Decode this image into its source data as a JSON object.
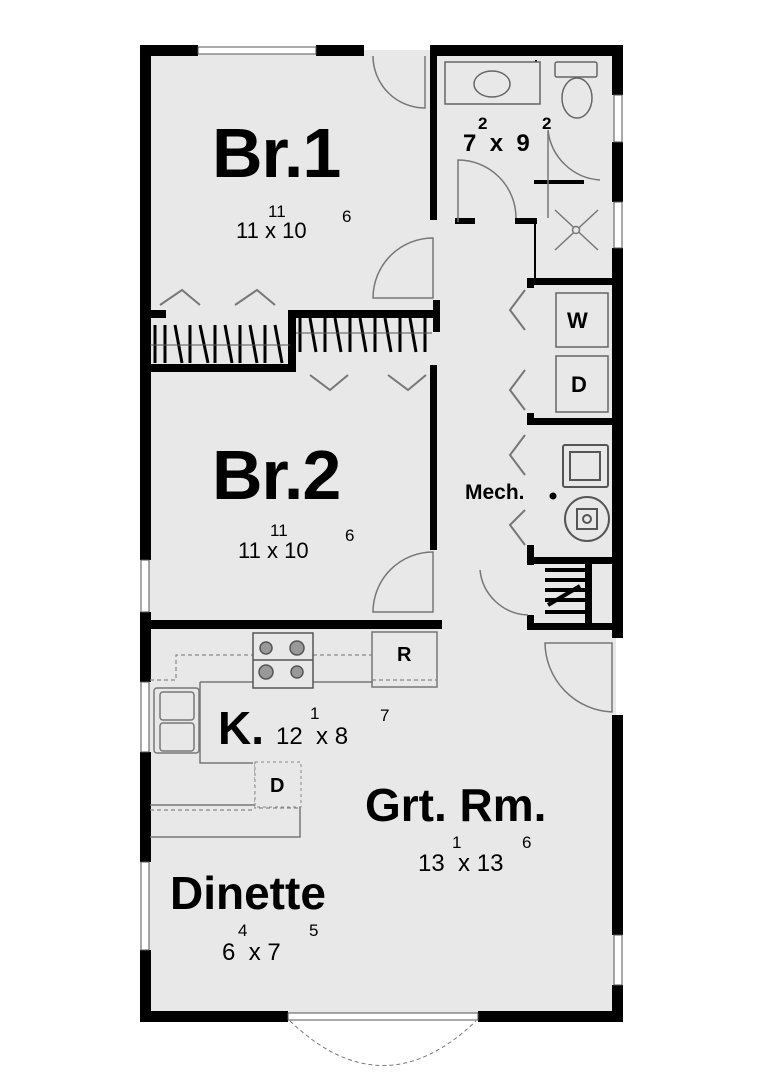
{
  "plan": {
    "colors": {
      "floor": "#e8e8e8",
      "wall": "#000000",
      "fixture": "#777777",
      "background": "#ffffff"
    },
    "rooms": [
      {
        "id": "br1",
        "name": "Br.1",
        "width": "11",
        "width_in": "11",
        "depth": "10",
        "depth_in": "6"
      },
      {
        "id": "bath",
        "name": "",
        "width": "7",
        "width_in": "2",
        "depth": "9",
        "depth_in": "2"
      },
      {
        "id": "br2",
        "name": "Br.2",
        "width": "11",
        "width_in": "11",
        "depth": "10",
        "depth_in": "6"
      },
      {
        "id": "mech",
        "name": "Mech."
      },
      {
        "id": "kitchen",
        "name": "K.",
        "width": "12",
        "width_in": "1",
        "depth": "8",
        "depth_in": "7"
      },
      {
        "id": "great_room",
        "name": "Grt. Rm.",
        "width": "13",
        "width_in": "1",
        "depth": "13",
        "depth_in": "6"
      },
      {
        "id": "dinette",
        "name": "Dinette",
        "width": "6",
        "width_in": "4",
        "depth": "7",
        "depth_in": "5"
      }
    ],
    "appliances": {
      "washer": "W",
      "dryer": "D",
      "refrigerator": "R",
      "dishwasher": "D"
    },
    "separator": "x"
  }
}
